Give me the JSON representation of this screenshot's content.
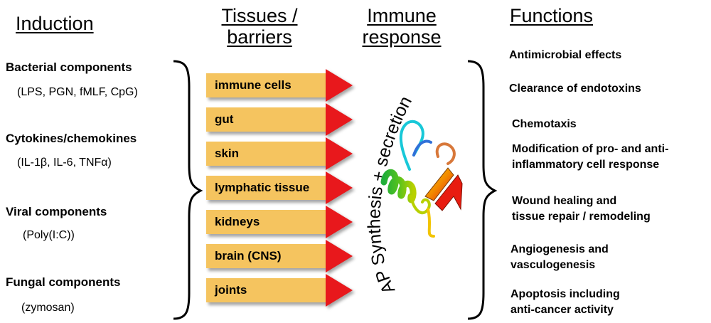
{
  "headers": {
    "induction": "Induction",
    "tissues_line1": "Tissues /",
    "tissues_line2": "barriers",
    "immune_line1": "Immune",
    "immune_line2": "response",
    "functions": "Functions"
  },
  "induction": [
    {
      "title": "Bacterial components",
      "detail": "(LPS, PGN, fMLF, CpG)"
    },
    {
      "title": "Cytokines/chemokines",
      "detail": "(IL-1β, IL-6, TNFα)"
    },
    {
      "title": "Viral components",
      "detail": "(Poly(I:C))"
    },
    {
      "title": "Fungal components",
      "detail": "(zymosan)"
    }
  ],
  "tissues": [
    "immune cells",
    "gut",
    "skin",
    "lymphatic tissue",
    "kidneys",
    "brain (CNS)",
    "joints"
  ],
  "immune_response_text": "AP Synthesis + secretion",
  "functions": [
    {
      "line1": "Antimicrobial effects",
      "line2": ""
    },
    {
      "line1": "Clearance of endotoxins",
      "line2": ""
    },
    {
      "line1": "Chemotaxis",
      "line2": ""
    },
    {
      "line1": "Modification of pro- and anti-",
      "line2": "inflammatory cell response"
    },
    {
      "line1": "Wound healing and",
      "line2": "tissue repair / remodeling"
    },
    {
      "line1": "Angiogenesis and",
      "line2": "vasculogenesis"
    },
    {
      "line1": "Apoptosis including",
      "line2": "anti-cancer activity"
    }
  ],
  "colors": {
    "bar": "#f5c45f",
    "arrow": "#e8181c"
  }
}
